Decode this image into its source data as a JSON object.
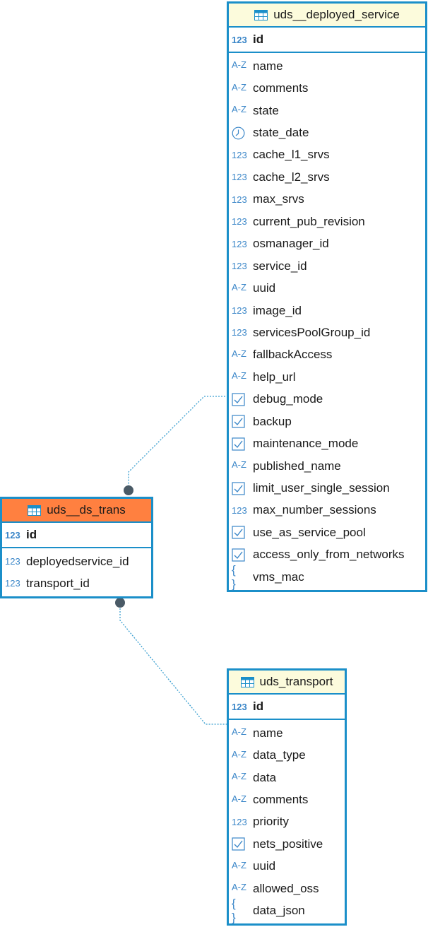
{
  "tables": {
    "deployed_service": {
      "name": "uds__deployed_service",
      "pk": {
        "name": "id",
        "type": "num"
      },
      "columns": [
        {
          "name": "name",
          "type": "text"
        },
        {
          "name": "comments",
          "type": "text"
        },
        {
          "name": "state",
          "type": "text"
        },
        {
          "name": "state_date",
          "type": "time"
        },
        {
          "name": "cache_l1_srvs",
          "type": "num"
        },
        {
          "name": "cache_l2_srvs",
          "type": "num"
        },
        {
          "name": "max_srvs",
          "type": "num"
        },
        {
          "name": "current_pub_revision",
          "type": "num"
        },
        {
          "name": "osmanager_id",
          "type": "num"
        },
        {
          "name": "service_id",
          "type": "num"
        },
        {
          "name": "uuid",
          "type": "text"
        },
        {
          "name": "image_id",
          "type": "num"
        },
        {
          "name": "servicesPoolGroup_id",
          "type": "num"
        },
        {
          "name": "fallbackAccess",
          "type": "text"
        },
        {
          "name": "help_url",
          "type": "text"
        },
        {
          "name": "debug_mode",
          "type": "bool"
        },
        {
          "name": "backup",
          "type": "bool"
        },
        {
          "name": "maintenance_mode",
          "type": "bool"
        },
        {
          "name": "published_name",
          "type": "text"
        },
        {
          "name": "limit_user_single_session",
          "type": "bool"
        },
        {
          "name": "max_number_sessions",
          "type": "num"
        },
        {
          "name": "use_as_service_pool",
          "type": "bool"
        },
        {
          "name": "access_only_from_networks",
          "type": "bool"
        },
        {
          "name": "vms_mac",
          "type": "json"
        }
      ]
    },
    "ds_trans": {
      "name": "uds__ds_trans",
      "pk": {
        "name": "id",
        "type": "num"
      },
      "columns": [
        {
          "name": "deployedservice_id",
          "type": "num"
        },
        {
          "name": "transport_id",
          "type": "num"
        }
      ]
    },
    "transport": {
      "name": "uds_transport",
      "pk": {
        "name": "id",
        "type": "num"
      },
      "columns": [
        {
          "name": "name",
          "type": "text"
        },
        {
          "name": "data_type",
          "type": "text"
        },
        {
          "name": "data",
          "type": "text"
        },
        {
          "name": "comments",
          "type": "text"
        },
        {
          "name": "priority",
          "type": "num"
        },
        {
          "name": "nets_positive",
          "type": "bool"
        },
        {
          "name": "uuid",
          "type": "text"
        },
        {
          "name": "allowed_oss",
          "type": "text"
        },
        {
          "name": "data_json",
          "type": "json"
        }
      ]
    }
  },
  "type_labels": {
    "num": "123",
    "text": "A-Z",
    "json": "{ }"
  },
  "colors": {
    "border": "#1b8fc9",
    "header_default": "#fcfbdc",
    "header_selected": "#ff8040",
    "icon": "#3a86c8",
    "connector": "#3a9fd0",
    "endpoint": "#4a5a66"
  }
}
